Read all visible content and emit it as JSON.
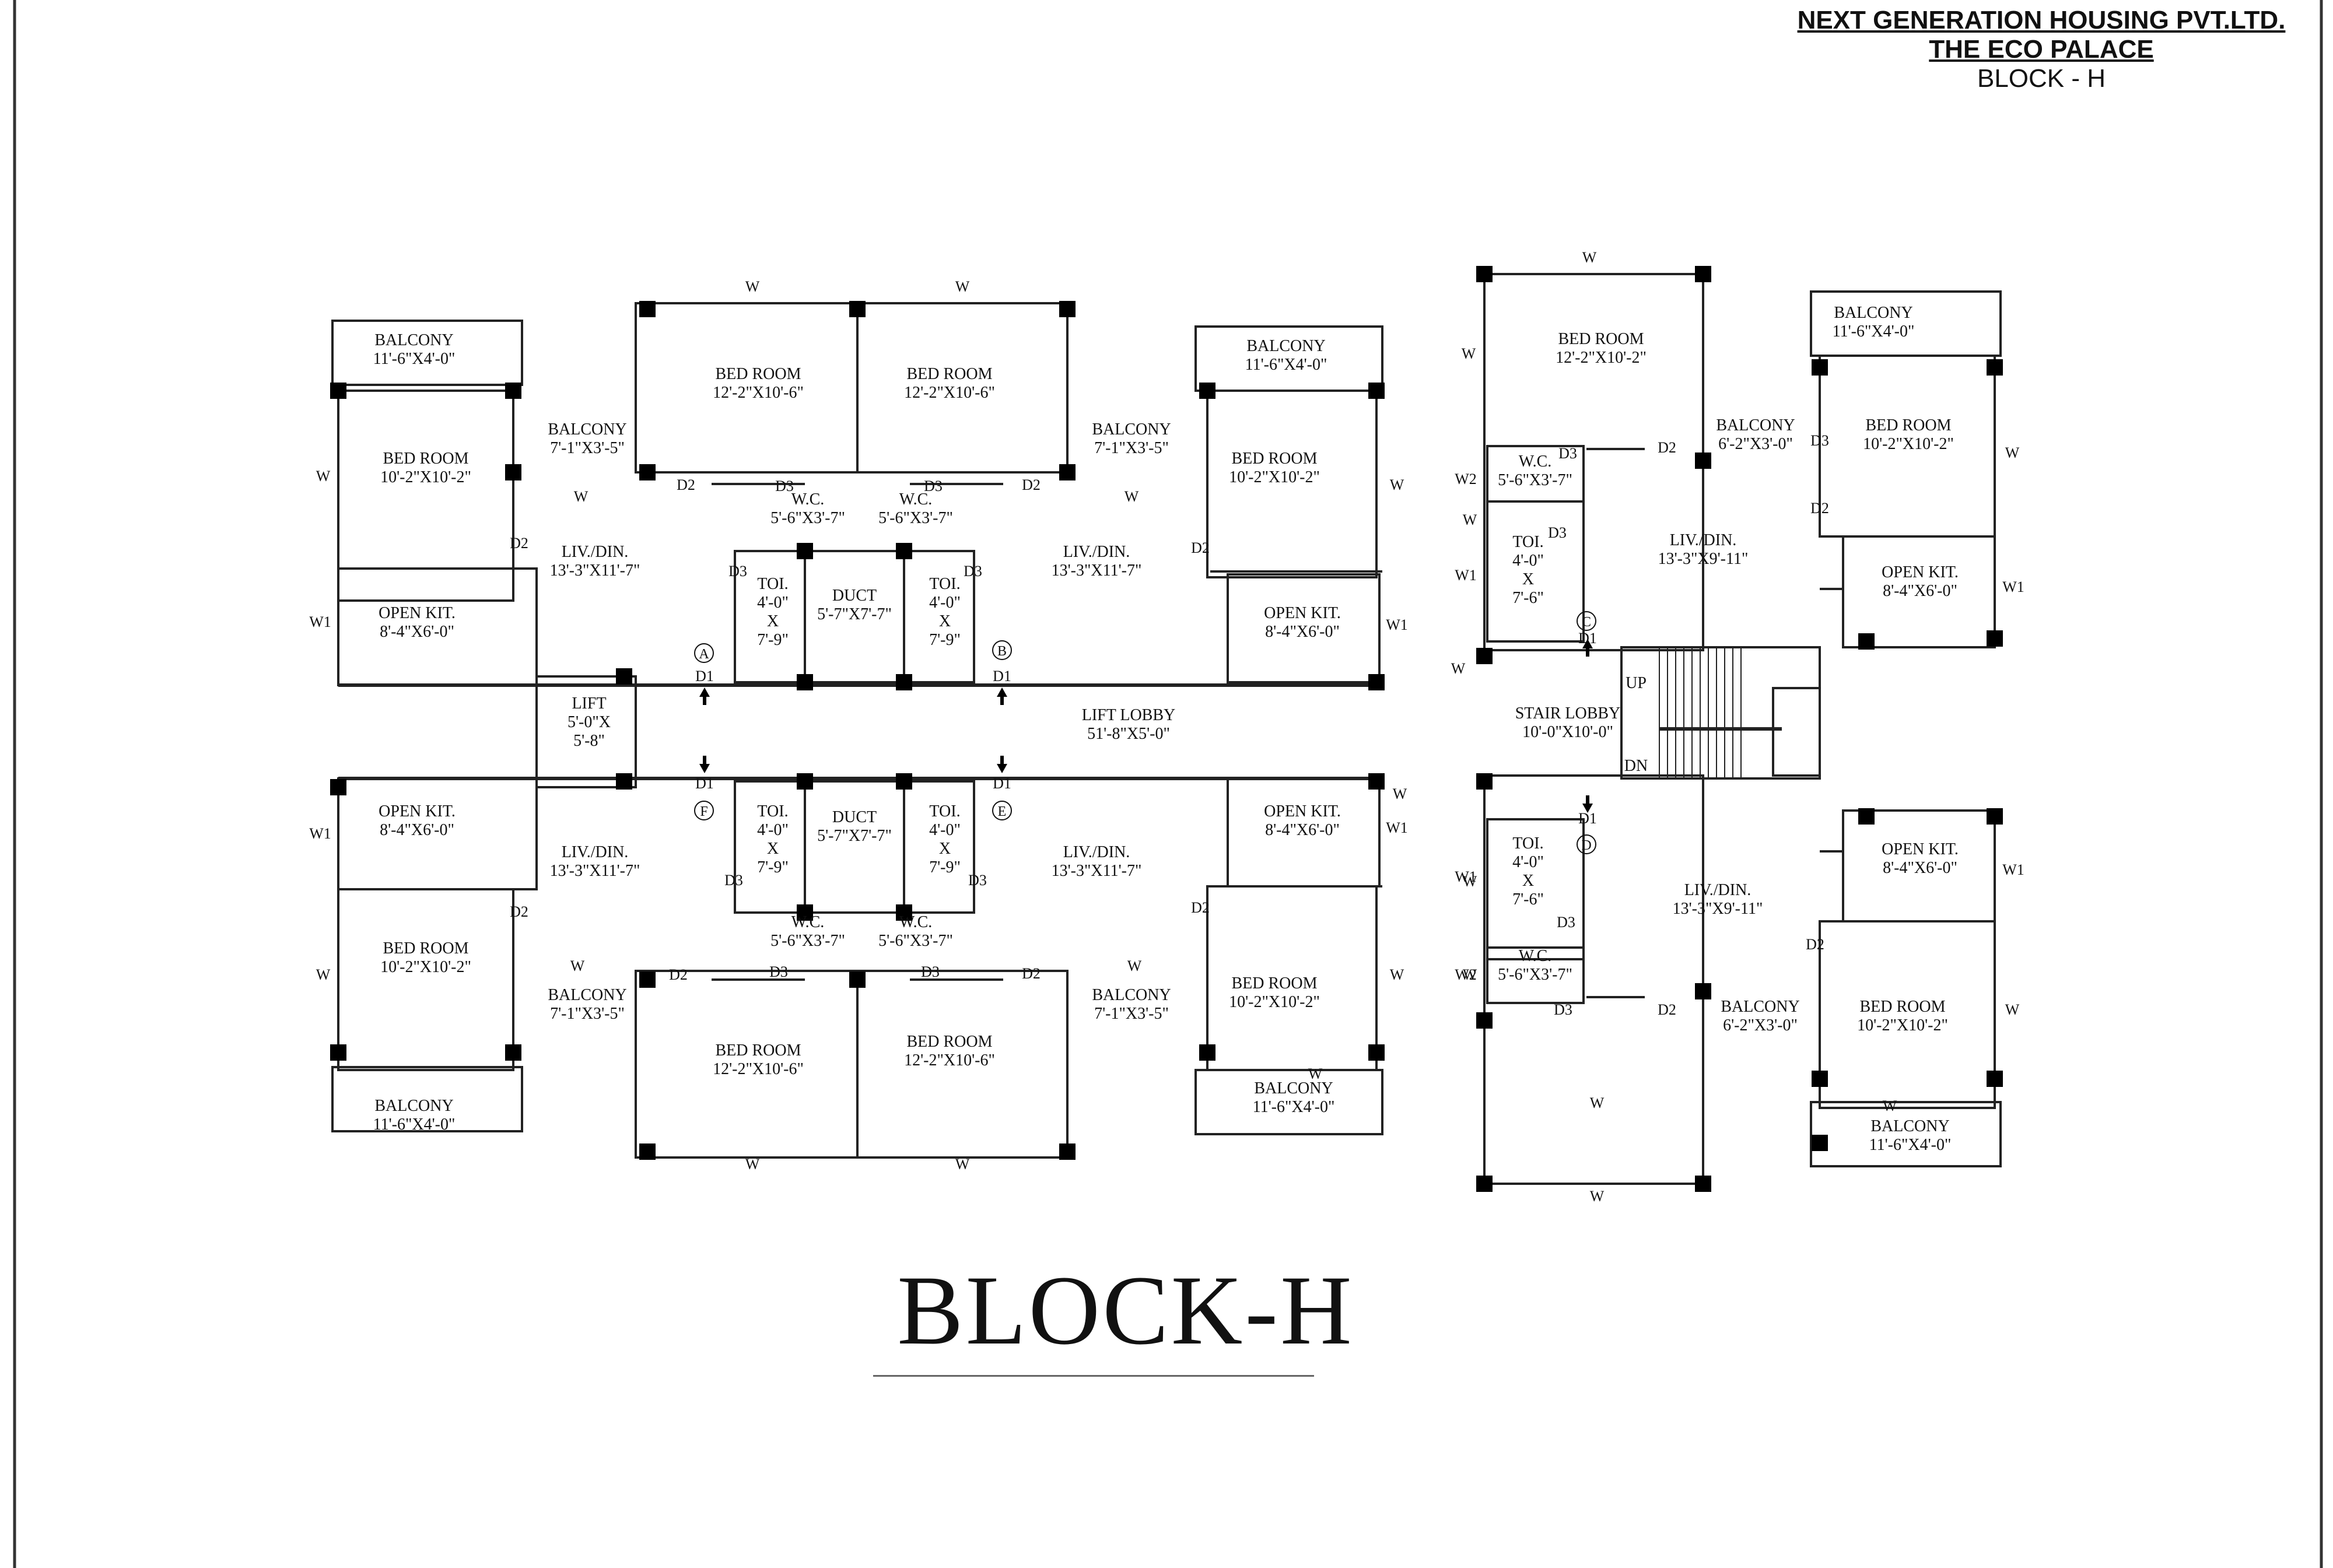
{
  "header": {
    "company": "NEXT GENERATION HOUSING PVT.LTD.",
    "project": "THE ECO PALACE",
    "block": "BLOCK - H"
  },
  "title": "BLOCK-H",
  "rooms": {
    "balcony_a": [
      "BALCONY",
      "11'-6\"X4'-0\""
    ],
    "bed_a1": [
      "BED ROOM",
      "10'-2\"X10'-2\""
    ],
    "balcony_a_small": [
      "BALCONY",
      "7'-1\"X3'-5\""
    ],
    "bed_a2": [
      "BED ROOM",
      "12'-2\"X10'-6\""
    ],
    "liv_a": [
      "LIV./DIN.",
      "13'-3\"X11'-7\""
    ],
    "kit_a": [
      "OPEN KIT.",
      "8'-4\"X6'-0\""
    ],
    "wc_a": [
      "W.C.",
      "5'-6\"X3'-7\""
    ],
    "toi_a": [
      "TOI.",
      "4'-0\"",
      "X",
      "7'-9\""
    ],
    "duct_top": [
      "DUCT",
      "5'-7\"X7'-7\""
    ],
    "bed_b2": [
      "BED ROOM",
      "12'-2\"X10'-6\""
    ],
    "wc_b": [
      "W.C.",
      "5'-6\"X3'-7\""
    ],
    "toi_b": [
      "TOI.",
      "4'-0\"",
      "X",
      "7'-9\""
    ],
    "balcony_b_small": [
      "BALCONY",
      "7'-1\"X3'-5\""
    ],
    "liv_b": [
      "LIV./DIN.",
      "13'-3\"X11'-7\""
    ],
    "balcony_b": [
      "BALCONY",
      "11'-6\"X4'-0\""
    ],
    "bed_b1": [
      "BED ROOM",
      "10'-2\"X10'-2\""
    ],
    "kit_b": [
      "OPEN KIT.",
      "8'-4\"X6'-0\""
    ],
    "lift": [
      "LIFT",
      "5'-0\"X",
      "5'-8\""
    ],
    "lift_lobby": [
      "LIFT LOBBY",
      "51'-8\"X5'-0\""
    ],
    "kit_f": [
      "OPEN KIT.",
      "8'-4\"X6'-0\""
    ],
    "liv_f": [
      "LIV./DIN.",
      "13'-3\"X11'-7\""
    ],
    "bed_f1": [
      "BED ROOM",
      "10'-2\"X10'-2\""
    ],
    "balcony_f_small": [
      "BALCONY",
      "7'-1\"X3'-5\""
    ],
    "balcony_f": [
      "BALCONY",
      "11'-6\"X4'-0\""
    ],
    "toi_f": [
      "TOI.",
      "4'-0\"",
      "X",
      "7'-9\""
    ],
    "duct_bottom": [
      "DUCT",
      "5'-7\"X7'-7\""
    ],
    "wc_f": [
      "W.C.",
      "5'-6\"X3'-7\""
    ],
    "bed_f2": [
      "BED ROOM",
      "12'-2\"X10'-6\""
    ],
    "toi_e": [
      "TOI.",
      "4'-0\"",
      "X",
      "7'-9\""
    ],
    "wc_e": [
      "W.C.",
      "5'-6\"X3'-7\""
    ],
    "bed_e2": [
      "BED ROOM",
      "12'-2\"X10'-6\""
    ],
    "liv_e": [
      "LIV./DIN.",
      "13'-3\"X11'-7\""
    ],
    "kit_e": [
      "OPEN KIT.",
      "8'-4\"X6'-0\""
    ],
    "balcony_e_small": [
      "BALCONY",
      "7'-1\"X3'-5\""
    ],
    "bed_e1": [
      "BED ROOM",
      "10'-2\"X10'-2\""
    ],
    "balcony_e": [
      "BALCONY",
      "11'-6\"X4'-0\""
    ],
    "bed_c1": [
      "BED ROOM",
      "12'-2\"X10'-2\""
    ],
    "balcony_c_small": [
      "BALCONY",
      "6'-2\"X3'-0\""
    ],
    "balcony_c": [
      "BALCONY",
      "11'-6\"X4'-0\""
    ],
    "bed_c2": [
      "BED ROOM",
      "10'-2\"X10'-2\""
    ],
    "wc_c": [
      "W.C.",
      "5'-6\"X3'-7\""
    ],
    "toi_c": [
      "TOI.",
      "4'-0\"",
      "X",
      "7'-6\""
    ],
    "liv_c": [
      "LIV./DIN.",
      "13'-3\"X9'-11\""
    ],
    "kit_c": [
      "OPEN KIT.",
      "8'-4\"X6'-0\""
    ],
    "stair_lobby": [
      "STAIR LOBBY",
      "10'-0\"X10'-0\""
    ],
    "stair_up": [
      "UP"
    ],
    "stair_dn": [
      "DN"
    ],
    "toi_d": [
      "TOI.",
      "4'-0\"",
      "X",
      "7'-6\""
    ],
    "wc_d": [
      "W.C.",
      "5'-6\"X3'-7\""
    ],
    "liv_d": [
      "LIV./DIN.",
      "13'-3\"X9'-11\""
    ],
    "kit_d": [
      "OPEN KIT.",
      "8'-4\"X6'-0\""
    ],
    "balcony_d_small": [
      "BALCONY",
      "6'-2\"X3'-0\""
    ],
    "bed_d2": [
      "BED ROOM",
      "10'-2\"X10'-2\""
    ],
    "balcony_d": [
      "BALCONY",
      "11'-6\"X4'-0\""
    ]
  },
  "flat_marks": {
    "a": "A",
    "b": "B",
    "c": "C",
    "d": "D",
    "e": "E",
    "f": "F"
  },
  "tags": {
    "w": "W",
    "w1": "W1",
    "w2": "W2",
    "d1": "D1",
    "d2": "D2",
    "d3": "D3"
  }
}
